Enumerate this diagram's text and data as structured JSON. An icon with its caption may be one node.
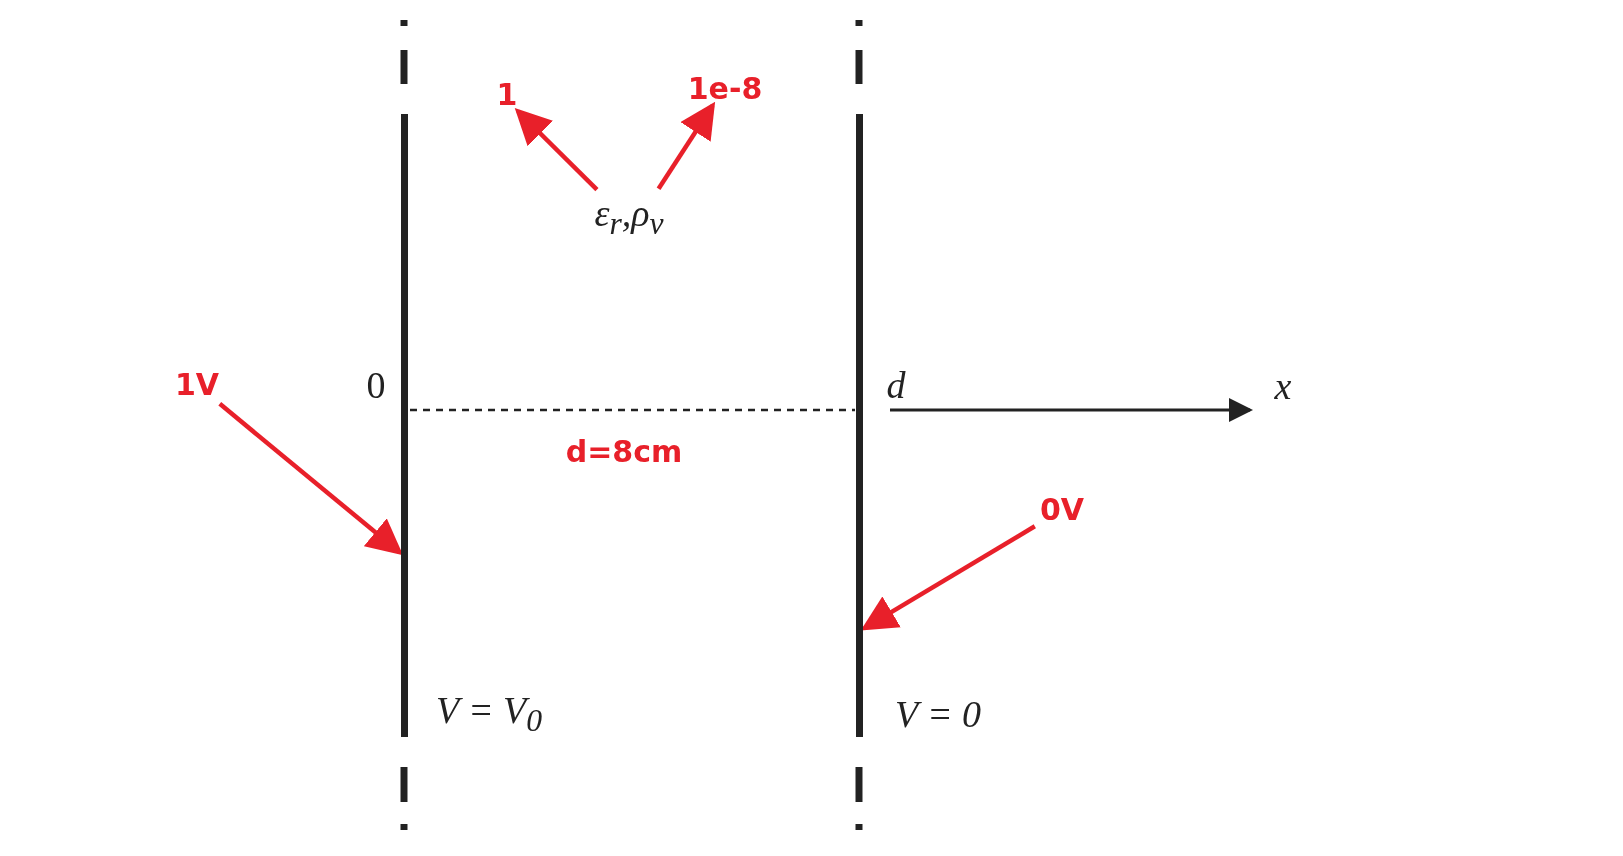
{
  "diagram": {
    "nodes": [
      {
        "text": [],
        "shape": "bar",
        "beside": [
          "0",
          "V = V$_{0}$"
        ]
      },
      {
        "text": [],
        "shape": "bar",
        "beside": [
          "d",
          "V = 0"
        ]
      },
      {
        "text": [
          "1V"
        ]
      },
      {
        "text": [
          "0V"
        ]
      },
      {
        "text": [
          "ε$_{r}$,ρ$_{v}$"
        ]
      },
      {
        "text": [
          "1"
        ]
      },
      {
        "text": [
          "1e-8"
        ]
      }
    ],
    "edges": [
      {
        "from": 2,
        "to": 0,
        "arrow": "to"
      },
      {
        "from": 3,
        "to": 1,
        "arrow": "to"
      },
      {
        "from": 4,
        "to": 5,
        "arrow": "to"
      },
      {
        "from": 4,
        "to": 6,
        "arrow": "to"
      }
    ],
    "labels": [
      "x",
      "d=8cm"
    ]
  }
}
